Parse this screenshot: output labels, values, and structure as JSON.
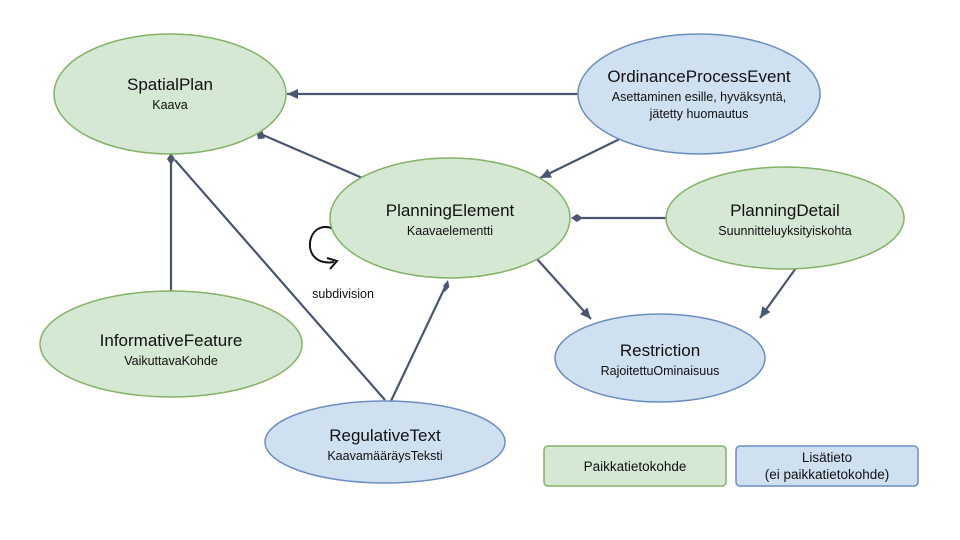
{
  "colors": {
    "spatial_fill": "#d5e8d4",
    "spatial_stroke": "#82b366",
    "info_fill": "#cfe0f1",
    "info_stroke": "#6c8ebf",
    "edge": "#4a5670"
  },
  "nodes": {
    "spatial_plan": {
      "title": "SpatialPlan",
      "subtitle": "Kaava"
    },
    "ordinance_event": {
      "title": "OrdinanceProcessEvent",
      "subtitle_line1": "Asettaminen esille, hyväksyntä,",
      "subtitle_line2": "jätetty huomautus"
    },
    "planning_element": {
      "title": "PlanningElement",
      "subtitle": "Kaavaelementti"
    },
    "planning_detail": {
      "title": "PlanningDetail",
      "subtitle": "Suunnitteluyksityiskohta"
    },
    "informative_feature": {
      "title": "InformativeFeature",
      "subtitle": "VaikuttavaKohde"
    },
    "restriction": {
      "title": "Restriction",
      "subtitle": "RajoitettuOminaisuus"
    },
    "regulative_text": {
      "title": "RegulativeText",
      "subtitle": "KaavamääräysTeksti"
    }
  },
  "edge_labels": {
    "subdivision": "subdivision"
  },
  "legend": {
    "spatial_label": "Paikkatietokohde",
    "info_label_line1": "Lisätieto",
    "info_label_line2": "(ei paikkatietokohde)"
  }
}
